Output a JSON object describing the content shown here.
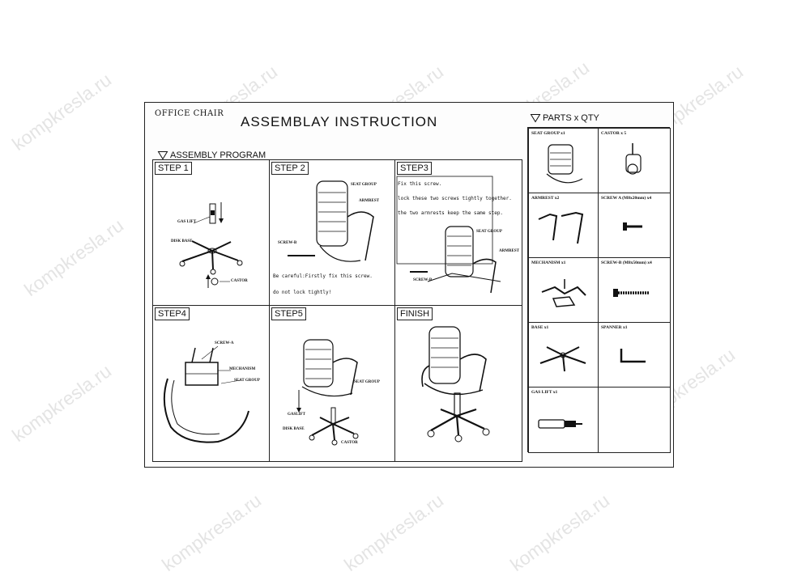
{
  "header": {
    "office_chair": "OFFICE CHAIR",
    "title": "ASSEMBLAY INSTRUCTION"
  },
  "assembly_program": {
    "label": "ASSEMBLY PROGRAM"
  },
  "steps": [
    {
      "label": "STEP 1",
      "callouts": [
        "GAS LIFT",
        "DISK BASE",
        "CASTOR"
      ]
    },
    {
      "label": "STEP  2",
      "callouts": [
        "SEAT GROUP",
        "ARMREST",
        "SCREW-B"
      ],
      "note_lines": [
        "Be careful:Firstly fix this screw.",
        "do not lock tightly!"
      ]
    },
    {
      "label": "STEP3",
      "callouts": [
        "SEAT GROUP",
        "ARMREST",
        "SCREW-B"
      ],
      "note_lines": [
        "Fix this screw.",
        "lock these two screws tightly together.",
        "the two armrests keep the same step."
      ]
    },
    {
      "label": "STEP4",
      "callouts": [
        "SCREW-A",
        "MECHANISM",
        "SEAT GROUP"
      ]
    },
    {
      "label": "STEP5",
      "callouts": [
        "SEAT GROUP",
        "GASLIFT",
        "DISK BASE",
        "CASTOR"
      ]
    },
    {
      "label": "FINISH"
    }
  ],
  "parts": {
    "label": "PARTS x QTY",
    "items": [
      {
        "name": "SEAT GROUP x1",
        "icon": "seat-group-icon"
      },
      {
        "name": "CASTOR x 5",
        "icon": "castor-icon"
      },
      {
        "name": "ARMREST x2",
        "icon": "armrest-icon"
      },
      {
        "name": "SCREW  A (M8x20mm) x4",
        "icon": "screw-a-icon"
      },
      {
        "name": "MECHANISM   x1",
        "icon": "mechanism-icon"
      },
      {
        "name": "SCREW-B (M8x50mm) x4",
        "icon": "screw-b-icon"
      },
      {
        "name": "BASE x1",
        "icon": "base-icon"
      },
      {
        "name": "SPANNER x1",
        "icon": "spanner-icon"
      },
      {
        "name": "GAS LIFT x1",
        "icon": "gas-lift-icon"
      },
      {
        "name": "",
        "icon": ""
      }
    ]
  },
  "watermark": "kompkresla.ru"
}
